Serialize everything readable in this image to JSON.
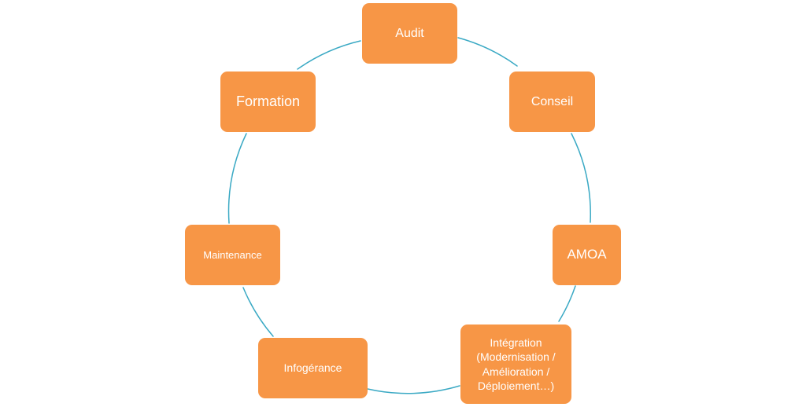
{
  "diagram": {
    "type": "cycle",
    "ring_color": "#3aa9c4",
    "node_color": "#f79646",
    "text_color": "#ffffff",
    "nodes": [
      {
        "id": "audit",
        "label": "Audit"
      },
      {
        "id": "conseil",
        "label": "Conseil"
      },
      {
        "id": "amoa",
        "label": "AMOA"
      },
      {
        "id": "integration",
        "label": "Intégration\n(Modernisation /\nAmélioration /\nDéploiement…)"
      },
      {
        "id": "infogerance",
        "label": "Infogérance"
      },
      {
        "id": "maintenance",
        "label": "Maintenance"
      },
      {
        "id": "formation",
        "label": "Formation"
      }
    ]
  }
}
